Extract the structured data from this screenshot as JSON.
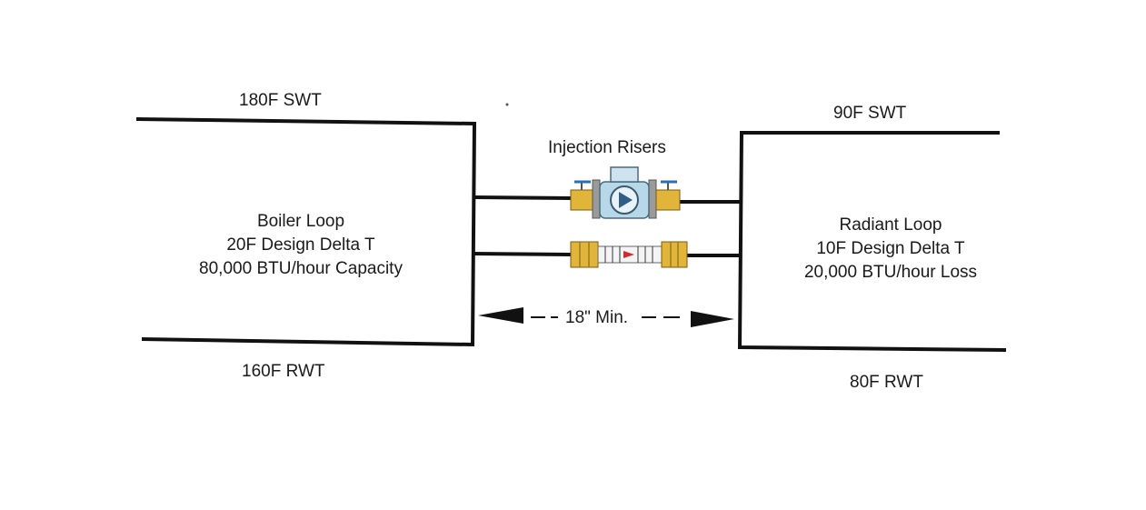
{
  "boiler": {
    "supply_label": "180F SWT",
    "return_label": "160F RWT",
    "lines": [
      "Boiler Loop",
      "20F Design Delta T",
      "80,000 BTU/hour Capacity"
    ]
  },
  "radiant": {
    "supply_label": "90F SWT",
    "return_label": "80F RWT",
    "lines": [
      "Radiant Loop",
      "10F Design Delta T",
      "20,000 BTU/hour Loss"
    ]
  },
  "risers": {
    "title": "Injection Risers",
    "upper_component": "pump-icon",
    "lower_component": "flow-meter-icon"
  },
  "spacing": {
    "label": "18\" Min."
  },
  "colors": {
    "pipe": "#111111",
    "brass": "#e0b53a",
    "pump_body": "#b7d8e8",
    "flow_arrow": "#d8262a"
  }
}
